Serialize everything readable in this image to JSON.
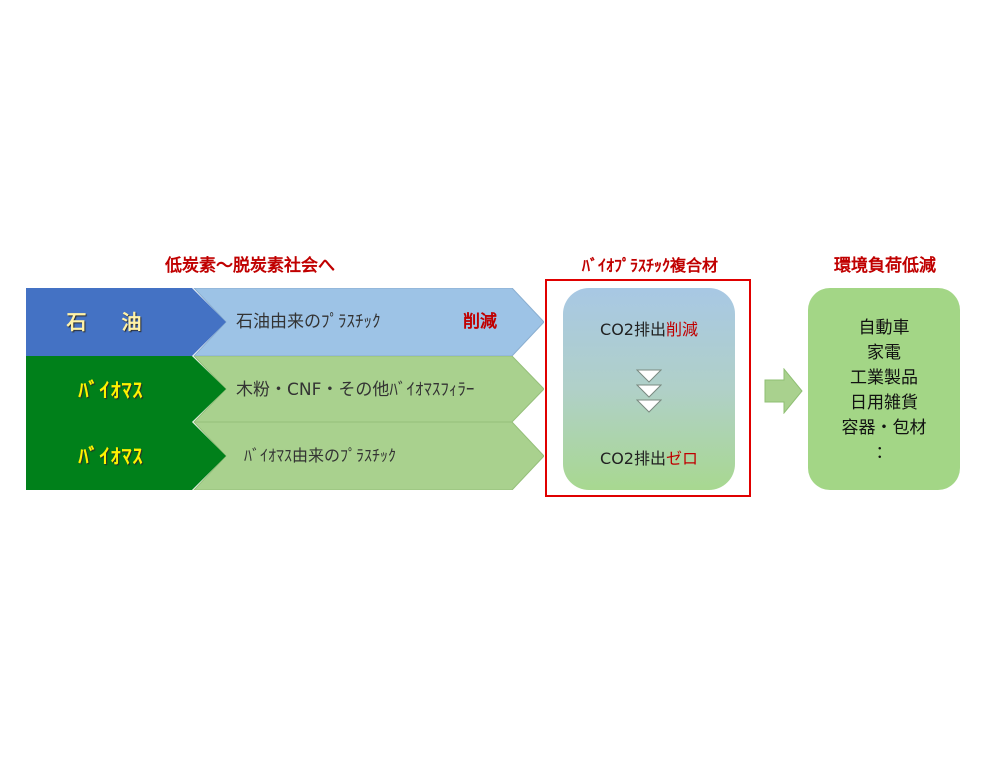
{
  "headings": {
    "left": "低炭素～脱炭素社会へ",
    "middle": "ﾊﾞｲｵﾌﾟﾗｽﾁｯｸ複合材",
    "right": "環境負荷低減"
  },
  "rows": [
    {
      "label": "石 油",
      "text": "石油由来のﾌﾟﾗｽﾁｯｸ",
      "reduce": "削減",
      "color_dark": "#4472c4",
      "color_light": "#9dc3e6"
    },
    {
      "label": "ﾊﾞｲｵﾏｽ",
      "text": "木粉・CNF・その他ﾊﾞｲｵﾏｽﾌｨﾗｰ",
      "reduce": "",
      "color_dark": "#00801a",
      "color_light": "#a9d18e"
    },
    {
      "label": "ﾊﾞｲｵﾏｽ",
      "text": "ﾊﾞｲｵﾏｽ由来のﾌﾟﾗｽﾁｯｸ",
      "reduce": "",
      "color_dark": "#00801a",
      "color_light": "#a9d18e"
    }
  ],
  "middle": {
    "top_prefix": "CO2排出",
    "top_suffix": "削減",
    "bottom_prefix": "CO2排出",
    "bottom_suffix": "ゼロ"
  },
  "right_items": [
    "自動車",
    "家電",
    "工業製品",
    "日用雑貨",
    "容器・包材",
    "："
  ],
  "colors": {
    "accent_red": "#c00000",
    "frame_red": "#e00000",
    "arrow_green": "#a9d18e"
  }
}
